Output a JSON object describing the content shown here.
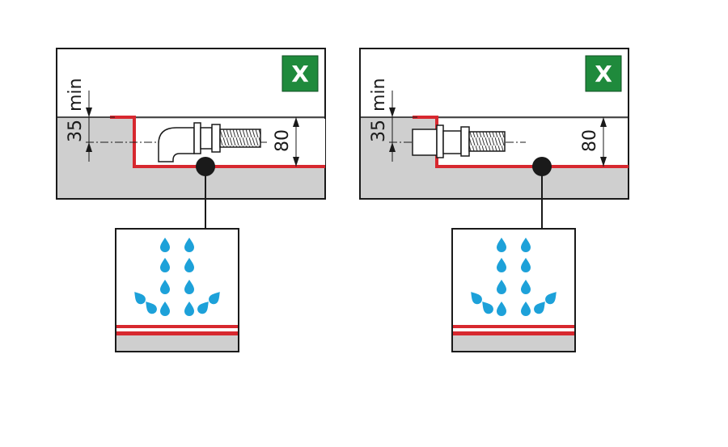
{
  "colors": {
    "accent_red": "#d7282f",
    "badge_green": "#1f8a3c",
    "gray_fill": "#cfcfcf",
    "water_blue": "#1da1d9",
    "line": "#1a1a1a"
  },
  "panels": [
    {
      "badge_label": "X",
      "dim_height_label": "35",
      "dim_min_label": "min",
      "dim_right_label": "80"
    },
    {
      "badge_label": "X",
      "dim_height_label": "35",
      "dim_min_label": "min",
      "dim_right_label": "80"
    }
  ],
  "icons": [
    "x-mark-icon",
    "water-drops-icon",
    "hose-fitting-icon"
  ]
}
